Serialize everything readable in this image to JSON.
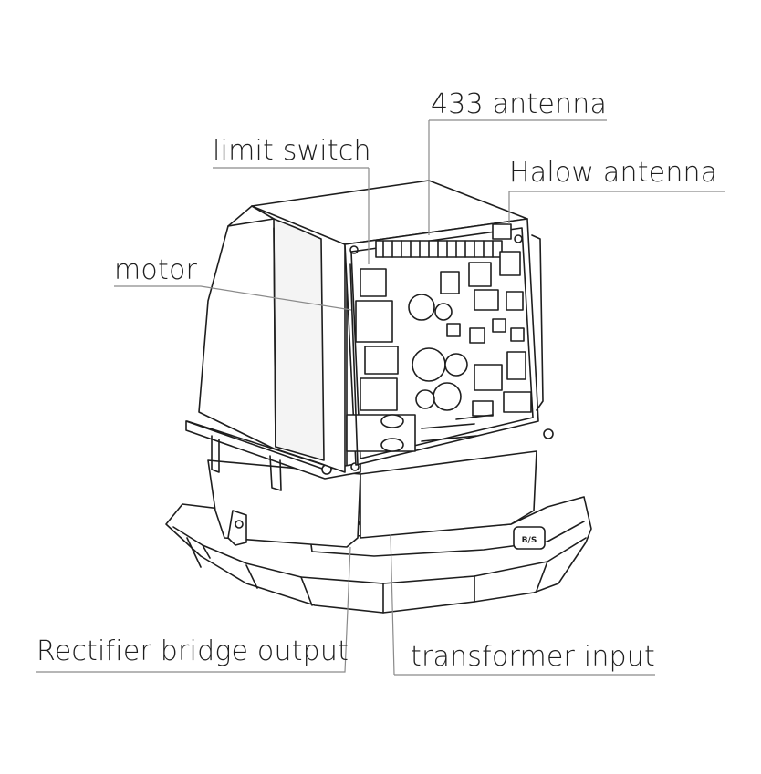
{
  "labels": {
    "antenna_433": "433 antenna",
    "limit_switch": "limit switch",
    "halow_antenna": "Halow antenna",
    "motor": "motor",
    "rectifier_bridge_output": "Rectifier bridge output",
    "transformer_input": "transformer input"
  },
  "colors": {
    "line": "#1e1e1e",
    "leader": "#8a8a8a",
    "fill": "#ffffff",
    "shade": "#f4f4f4"
  },
  "board_badge": "B/S"
}
